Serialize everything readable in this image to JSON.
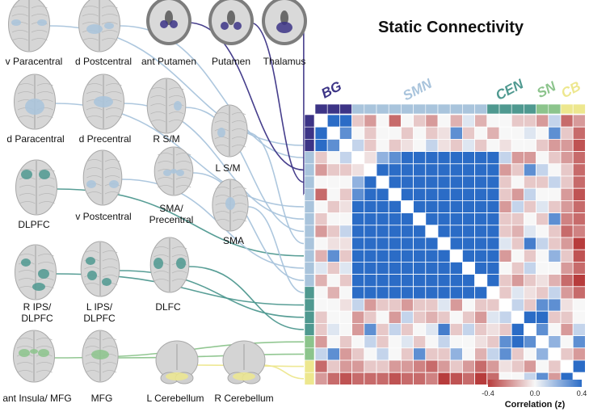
{
  "title": "Static Connectivity",
  "networks": [
    {
      "key": "BG",
      "label": "BG",
      "color": "#3c3486",
      "count": 3
    },
    {
      "key": "SMN",
      "label": "SMN",
      "color": "#a9c4dc",
      "count": 11
    },
    {
      "key": "CEN",
      "label": "CEN",
      "color": "#4f9990",
      "count": 4
    },
    {
      "key": "SN",
      "label": "SN",
      "color": "#8cc48c",
      "count": 2
    },
    {
      "key": "CB",
      "label": "CB",
      "color": "#ede78e",
      "count": 2
    }
  ],
  "regions": [
    {
      "label": "v Paracentral",
      "net": "SMN",
      "view": "top"
    },
    {
      "label": "d Postcentral",
      "net": "SMN",
      "view": "top"
    },
    {
      "label": "ant Putamen",
      "net": "BG",
      "view": "axial"
    },
    {
      "label": "Putamen",
      "net": "BG",
      "view": "axial"
    },
    {
      "label": "Thalamus",
      "net": "BG",
      "view": "axial"
    },
    {
      "label": "d Paracentral",
      "net": "SMN",
      "view": "top"
    },
    {
      "label": "d Precentral",
      "net": "SMN",
      "view": "top"
    },
    {
      "label": "R S/M",
      "net": "SMN",
      "view": "top"
    },
    {
      "label": "L S/M",
      "net": "SMN",
      "view": "top"
    },
    {
      "label": "DLPFC",
      "net": "CEN",
      "view": "top"
    },
    {
      "label": "v Postcentral",
      "net": "SMN",
      "view": "top"
    },
    {
      "label": "SMA/",
      "label2": "Precentral",
      "net": "SMN",
      "view": "top"
    },
    {
      "label": "SMA",
      "net": "SMN",
      "view": "top"
    },
    {
      "label": "R IPS/",
      "label2": "DLPFC",
      "net": "CEN",
      "view": "top"
    },
    {
      "label": "L IPS/",
      "label2": "DLPFC",
      "net": "CEN",
      "view": "top"
    },
    {
      "label": "DLFC",
      "net": "CEN",
      "view": "top"
    },
    {
      "label": "ant Insula/ MFG",
      "net": "SN",
      "view": "top"
    },
    {
      "label": "MFG",
      "net": "SN",
      "view": "top"
    },
    {
      "label": "L Cerebellum",
      "net": "CB",
      "view": "back"
    },
    {
      "label": "R Cerebellum",
      "net": "CB",
      "view": "back"
    }
  ],
  "colorbar": {
    "title": "Correlation (z)",
    "min": -0.4,
    "max": 0.4,
    "ticks": [
      {
        "value": -0.4,
        "label": "-0.4"
      },
      {
        "value": 0.0,
        "label": "0.0"
      },
      {
        "value": 0.4,
        "label": "0.4"
      }
    ],
    "colors": {
      "neg": "#b73c3c",
      "mid": "#f7f7f7",
      "pos": "#2b6cc6"
    }
  },
  "chart_data": {
    "type": "heatmap",
    "title": "Static Connectivity",
    "size": 22,
    "vmin": -0.4,
    "vmax": 0.4,
    "values": [
      [
        0,
        0.4,
        0.4,
        -0.1,
        -0.2,
        0.0,
        -0.3,
        0.0,
        -0.1,
        -0.2,
        0.0,
        -0.15,
        0.05,
        -0.15,
        0.0,
        0.0,
        -0.1,
        -0.1,
        -0.2,
        0.1,
        -0.3,
        -0.2
      ],
      [
        0.4,
        0,
        0.3,
        0.0,
        -0.1,
        0.0,
        0.0,
        -0.1,
        0.0,
        -0.1,
        -0.05,
        0.3,
        -0.1,
        0.0,
        -0.15,
        0.0,
        0.0,
        0.05,
        0.0,
        0.3,
        -0.1,
        -0.3
      ],
      [
        0.4,
        0.3,
        0,
        0.1,
        -0.1,
        0.0,
        -0.1,
        -0.05,
        0.0,
        0.1,
        -0.05,
        -0.1,
        0.05,
        -0.1,
        0.0,
        -0.05,
        0.0,
        0.0,
        -0.1,
        -0.2,
        -0.2,
        -0.35
      ],
      [
        -0.1,
        0.0,
        0.1,
        0,
        -0.05,
        0.2,
        0.3,
        0.4,
        0.4,
        0.4,
        0.4,
        0.4,
        0.4,
        0.4,
        0.4,
        0.1,
        -0.2,
        -0.2,
        0.0,
        -0.1,
        -0.2,
        -0.3
      ],
      [
        -0.2,
        -0.1,
        -0.1,
        -0.05,
        0,
        0.4,
        0.4,
        0.4,
        0.4,
        0.4,
        0.4,
        0.4,
        0.4,
        0.4,
        0.4,
        -0.2,
        -0.1,
        0.3,
        0.1,
        0.0,
        -0.1,
        -0.3
      ],
      [
        0.0,
        0.0,
        0.0,
        0.2,
        0.4,
        0,
        0.4,
        0.4,
        0.4,
        0.4,
        0.4,
        0.4,
        0.4,
        0.4,
        0.4,
        -0.1,
        0.0,
        -0.1,
        -0.1,
        0.1,
        -0.1,
        -0.3
      ],
      [
        -0.3,
        0.0,
        -0.1,
        0.3,
        0.4,
        0.4,
        0,
        0.4,
        0.4,
        0.4,
        0.4,
        0.4,
        0.4,
        0.4,
        0.4,
        -0.1,
        -0.2,
        0.1,
        0.0,
        0.0,
        -0.2,
        -0.35
      ],
      [
        0.0,
        -0.1,
        -0.05,
        0.4,
        0.4,
        0.4,
        0.4,
        0,
        0.4,
        0.4,
        0.4,
        0.4,
        0.4,
        0.4,
        0.4,
        -0.2,
        0.1,
        -0.1,
        0.05,
        -0.1,
        -0.2,
        -0.3
      ],
      [
        -0.1,
        0.0,
        0.0,
        0.4,
        0.4,
        0.4,
        0.4,
        0.4,
        0,
        0.4,
        0.4,
        0.4,
        0.4,
        0.4,
        0.4,
        -0.1,
        -0.1,
        0.0,
        -0.1,
        0.3,
        -0.25,
        -0.3
      ],
      [
        -0.2,
        -0.1,
        0.1,
        0.4,
        0.4,
        0.4,
        0.4,
        0.4,
        0.4,
        0,
        0.4,
        0.4,
        0.4,
        0.4,
        0.4,
        -0.1,
        -0.15,
        0.05,
        0.0,
        -0.1,
        -0.3,
        -0.25
      ],
      [
        0.0,
        -0.05,
        -0.05,
        0.4,
        0.4,
        0.4,
        0.4,
        0.4,
        0.4,
        0.4,
        0,
        0.4,
        0.4,
        0.4,
        0.4,
        0.05,
        -0.1,
        0.35,
        0.1,
        -0.1,
        -0.2,
        -0.4
      ],
      [
        -0.15,
        0.3,
        -0.1,
        0.4,
        0.4,
        0.4,
        0.4,
        0.4,
        0.4,
        0.4,
        0.4,
        0,
        0.4,
        0.4,
        0.4,
        -0.2,
        0.0,
        -0.1,
        0.0,
        0.2,
        -0.1,
        -0.35
      ],
      [
        0.05,
        -0.1,
        0.05,
        0.4,
        0.4,
        0.4,
        0.4,
        0.4,
        0.4,
        0.4,
        0.4,
        0.4,
        0,
        0.4,
        0.4,
        0.0,
        -0.1,
        0.1,
        0.0,
        0.0,
        -0.2,
        -0.3
      ],
      [
        -0.15,
        0.0,
        -0.1,
        0.4,
        0.4,
        0.4,
        0.4,
        0.4,
        0.4,
        0.4,
        0.4,
        0.4,
        0.4,
        0,
        0.4,
        -0.1,
        -0.2,
        -0.1,
        -0.05,
        -0.15,
        -0.3,
        -0.4
      ],
      [
        0.0,
        -0.15,
        0.0,
        0.4,
        0.4,
        0.4,
        0.4,
        0.4,
        0.4,
        0.4,
        0.4,
        0.4,
        0.4,
        0.4,
        0,
        -0.1,
        0.05,
        -0.05,
        -0.1,
        0.1,
        -0.2,
        -0.3
      ],
      [
        0.0,
        0.0,
        -0.05,
        0.1,
        -0.2,
        -0.1,
        -0.1,
        -0.2,
        -0.1,
        -0.1,
        0.05,
        -0.2,
        0.0,
        -0.1,
        -0.1,
        0,
        0.1,
        -0.1,
        0.3,
        0.3,
        -0.05,
        0.0
      ],
      [
        -0.1,
        0.0,
        0.0,
        -0.2,
        -0.1,
        0.0,
        -0.2,
        0.1,
        -0.1,
        -0.15,
        -0.1,
        0.0,
        -0.1,
        -0.2,
        0.05,
        0.1,
        0,
        0.4,
        0.4,
        -0.1,
        -0.1,
        0.0
      ],
      [
        -0.1,
        0.05,
        0.0,
        -0.2,
        0.3,
        -0.1,
        0.1,
        -0.1,
        0.0,
        0.05,
        0.35,
        -0.1,
        0.1,
        -0.1,
        -0.05,
        -0.1,
        0.4,
        0,
        0.3,
        0.0,
        -0.2,
        0.1
      ],
      [
        -0.2,
        0.0,
        -0.1,
        0.0,
        0.1,
        -0.1,
        0.0,
        0.05,
        -0.1,
        0.0,
        0.1,
        0.0,
        0.0,
        -0.05,
        -0.1,
        0.3,
        0.4,
        0.3,
        0,
        0.2,
        0.0,
        0.3
      ],
      [
        0.1,
        0.3,
        -0.2,
        -0.1,
        0.0,
        0.1,
        0.0,
        -0.1,
        0.3,
        -0.1,
        -0.1,
        0.2,
        0.0,
        -0.15,
        0.1,
        0.3,
        -0.1,
        0.0,
        0.2,
        0,
        -0.1,
        -0.2
      ],
      [
        -0.3,
        -0.1,
        -0.2,
        -0.2,
        -0.1,
        -0.1,
        -0.2,
        -0.2,
        -0.25,
        -0.3,
        -0.2,
        -0.1,
        -0.2,
        -0.3,
        -0.2,
        -0.05,
        -0.1,
        -0.2,
        0.0,
        -0.1,
        0,
        0.4
      ],
      [
        -0.2,
        -0.3,
        -0.35,
        -0.3,
        -0.3,
        -0.3,
        -0.35,
        -0.3,
        -0.3,
        -0.25,
        -0.4,
        -0.35,
        -0.3,
        -0.4,
        -0.3,
        0.0,
        0.0,
        0.1,
        0.3,
        -0.2,
        0.4,
        0
      ]
    ]
  }
}
